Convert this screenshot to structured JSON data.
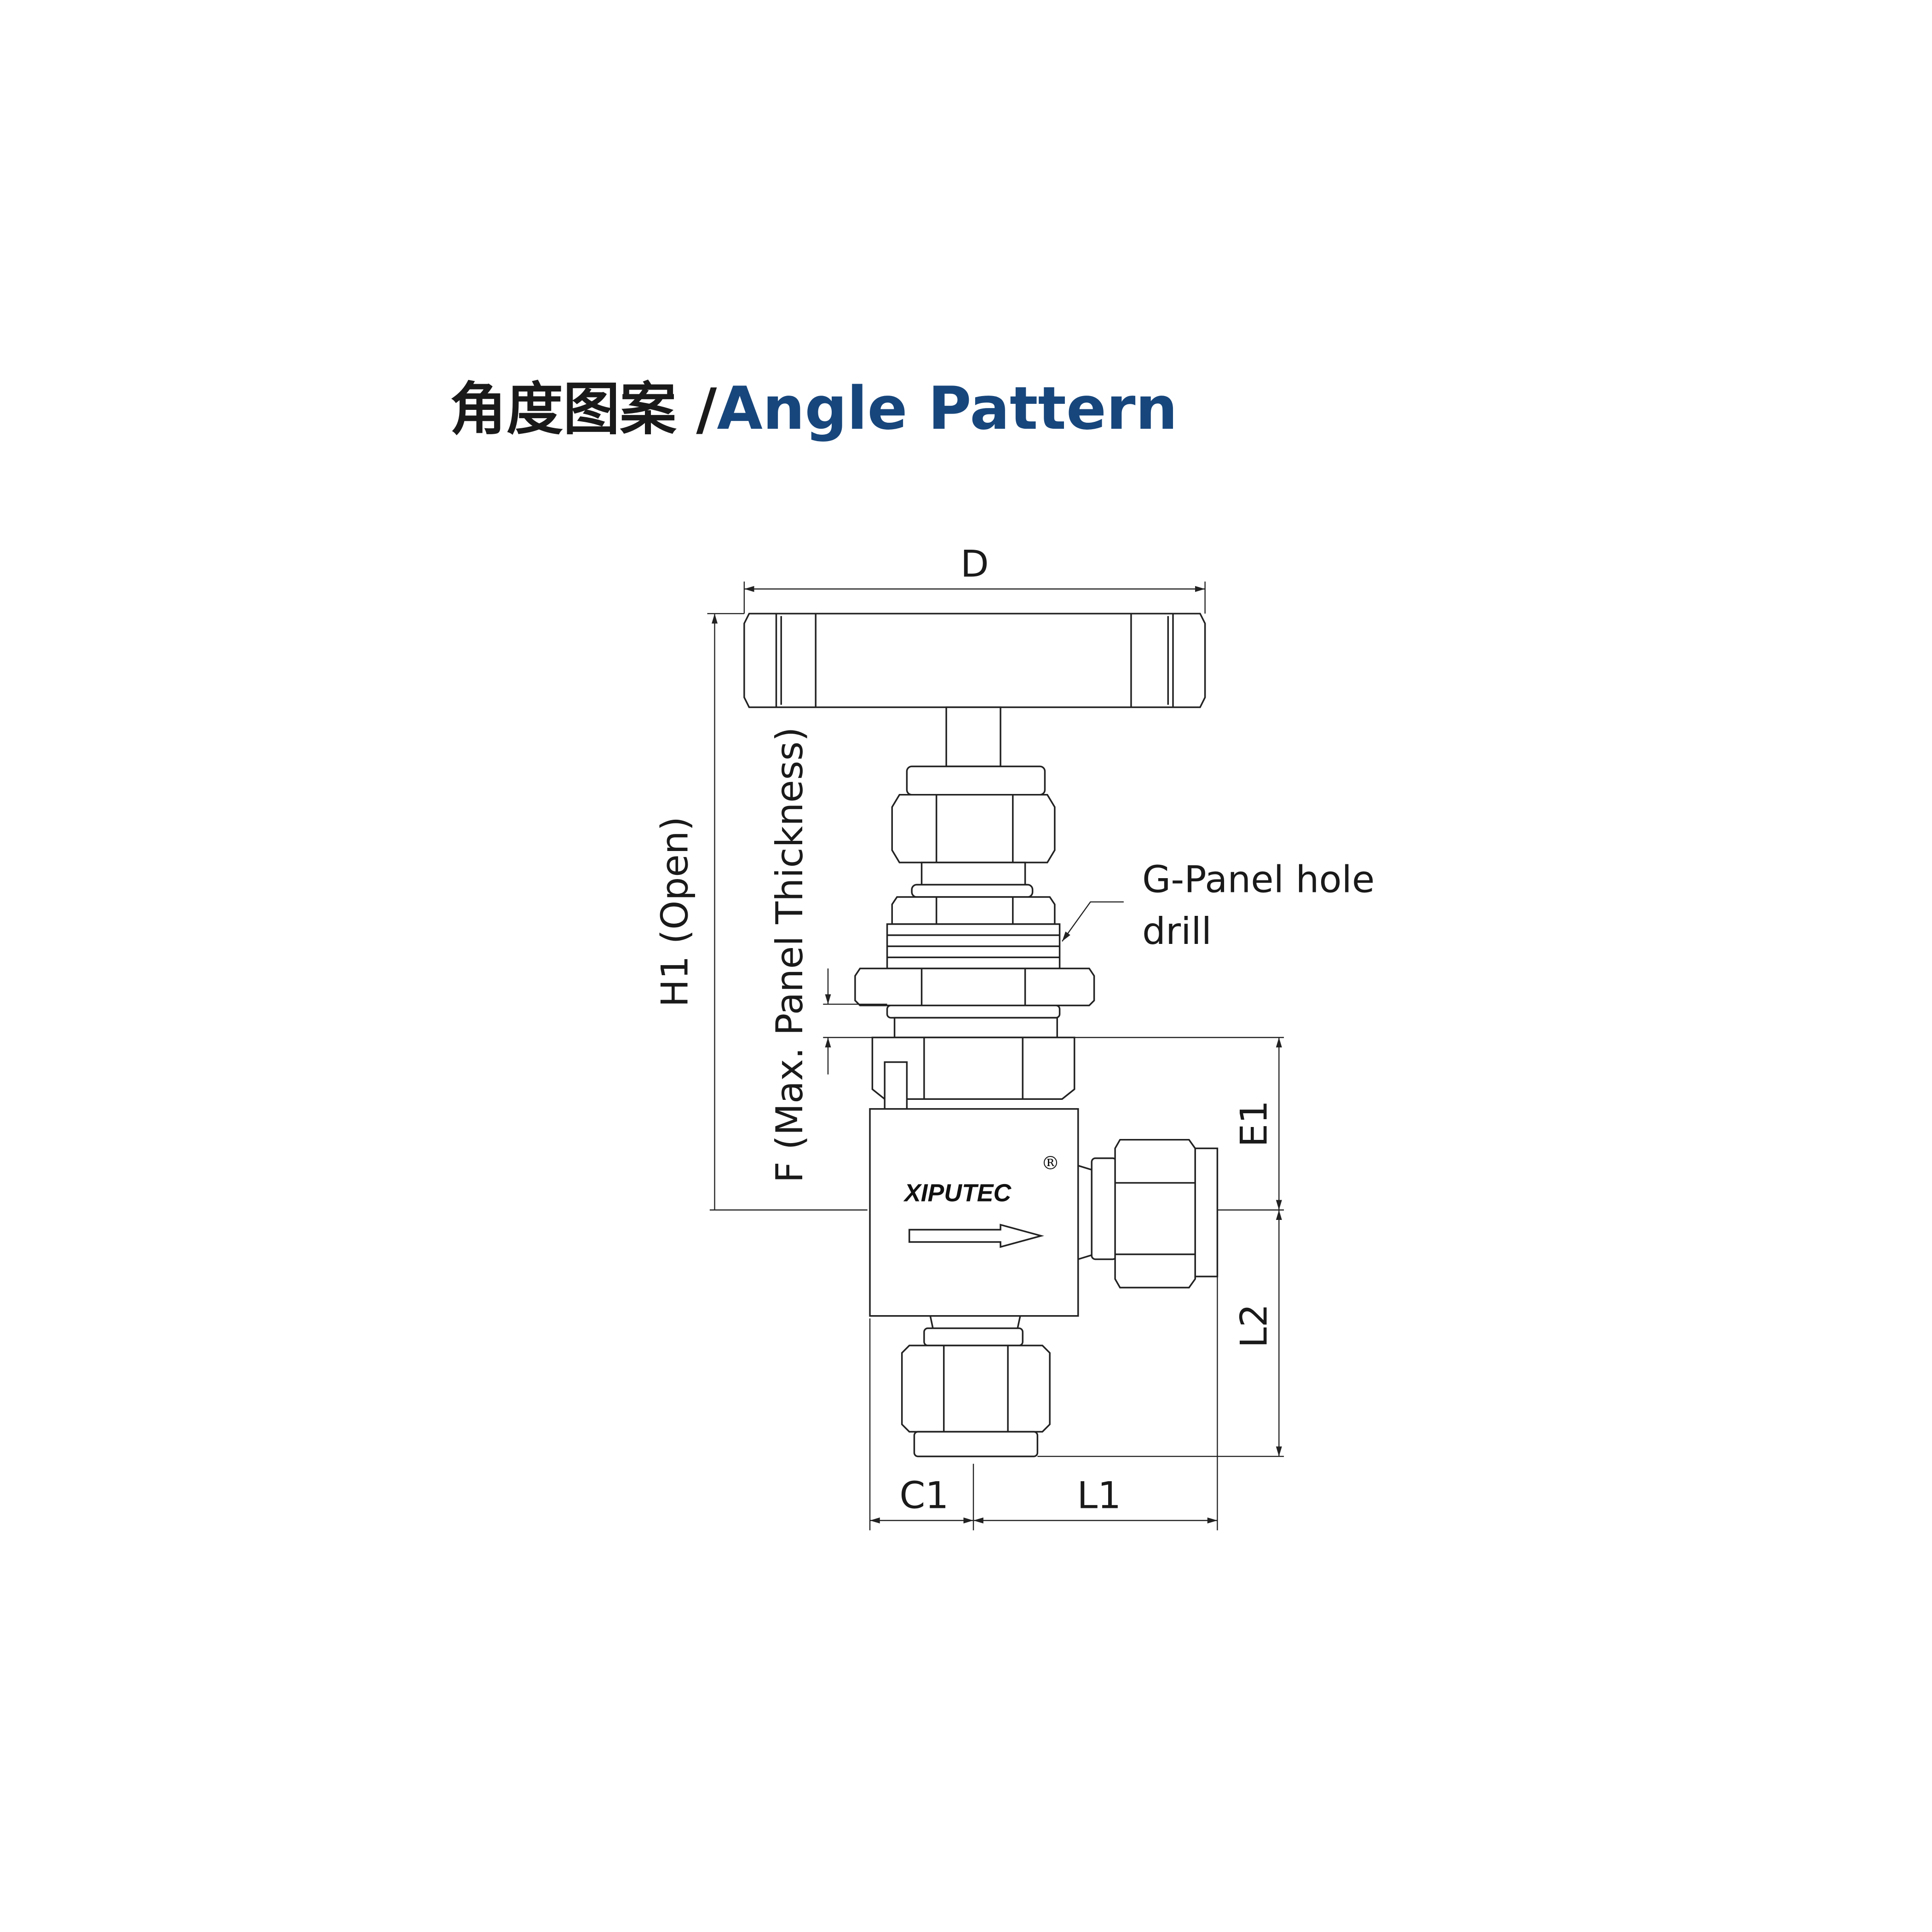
{
  "title": {
    "chinese": "角度图案",
    "separator": " /",
    "english": "Angle Pattern",
    "english_color": "#17467c"
  },
  "labels": {
    "D": "D",
    "H1": "H1 (Open)",
    "F": "F (Max. Panel Thickness)",
    "G_line1": "G-Panel hole",
    "G_line2": "drill",
    "E1": "E1",
    "L2": "L2",
    "C1": "C1",
    "L1": "L1"
  },
  "logo": {
    "brand": "XIPUTEC",
    "registered": "®"
  }
}
